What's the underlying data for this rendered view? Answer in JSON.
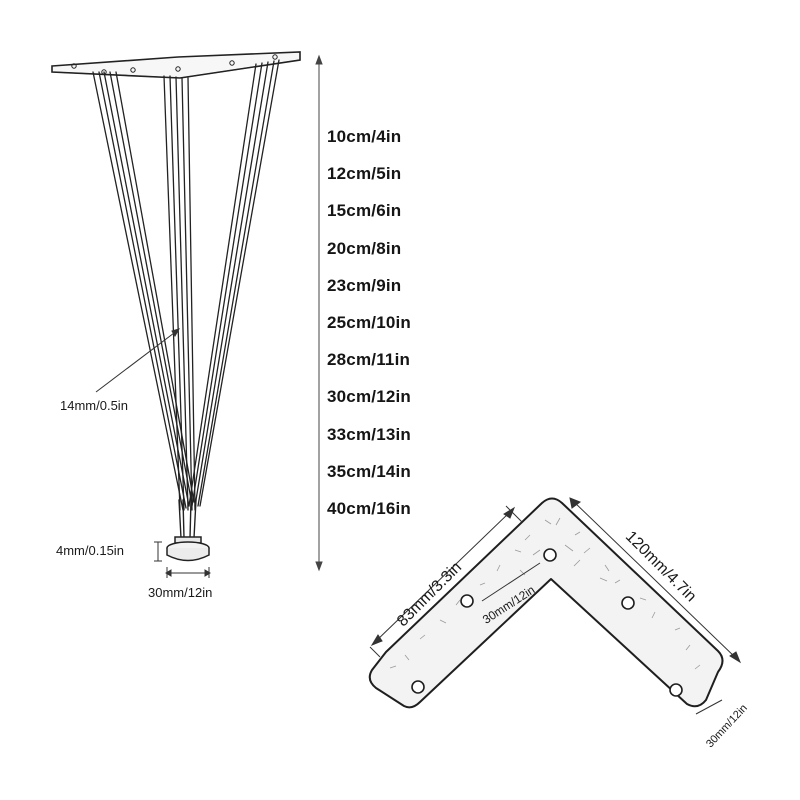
{
  "sizes": [
    "10cm/4in",
    "12cm/5in",
    "15cm/6in",
    "20cm/8in",
    "23cm/9in",
    "25cm/10in",
    "28cm/11in",
    "30cm/12in",
    "33cm/13in",
    "35cm/14in",
    "40cm/16in"
  ],
  "leg": {
    "rod_diameter": "14mm/0.5in",
    "foot_height": "4mm/0.15in",
    "foot_width": "30mm/12in"
  },
  "plate": {
    "short_arm_length": "83mm/3.3in",
    "long_arm_length": "120mm/4.7in",
    "arm_width": "30mm/12in",
    "inner_width": "30mm/12in"
  }
}
